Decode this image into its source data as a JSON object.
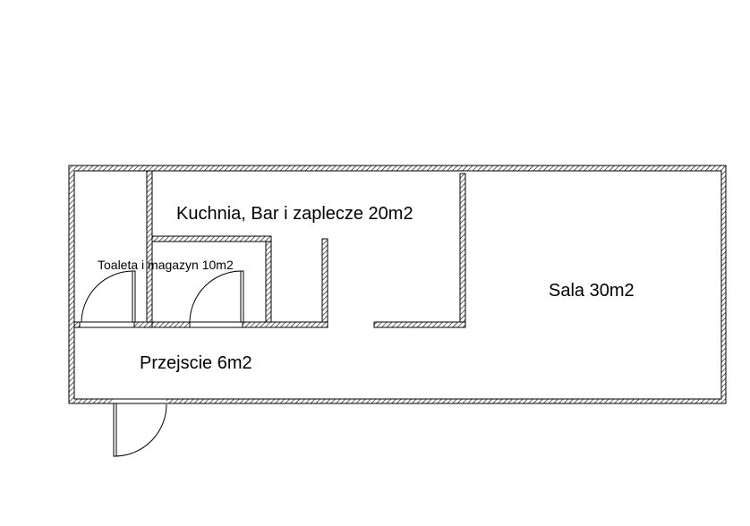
{
  "rooms": {
    "kitchen": "Kuchnia, Bar i zaplecze 20m2",
    "toilet": "Toaleta i magazyn 10m2",
    "hall": "Sala 30m2",
    "corridor": "Przejscie 6m2"
  },
  "colors": {
    "wall_stroke": "#000000",
    "hatch": "#000000",
    "background": "#ffffff"
  }
}
